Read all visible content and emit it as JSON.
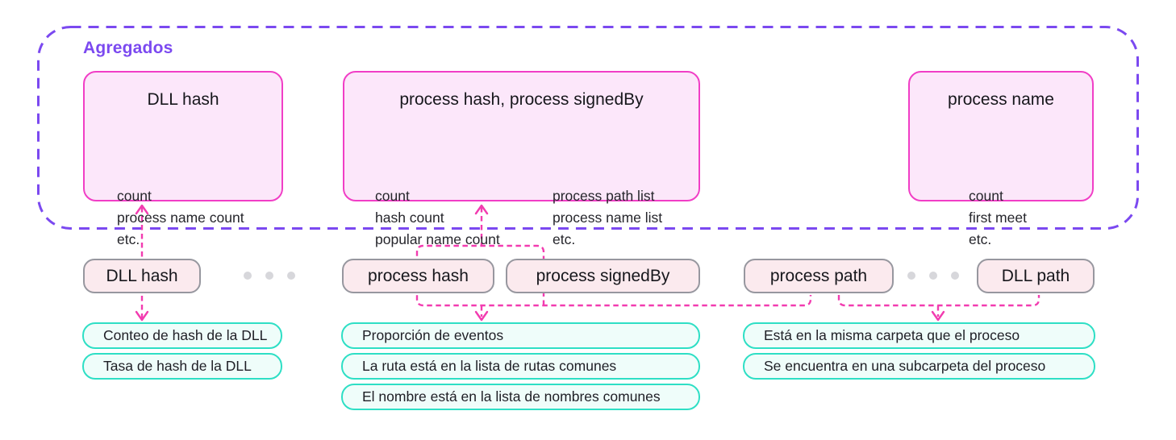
{
  "diagram": {
    "group_label": "Agregados",
    "aggregates": [
      {
        "title": "DLL hash",
        "items": [
          "count",
          "process name count",
          "etc."
        ]
      },
      {
        "title": "process hash, process signedBy",
        "columns": [
          [
            "count",
            "hash count",
            "popular name count"
          ],
          [
            "process path list",
            "process name list",
            "etc."
          ]
        ]
      },
      {
        "title": "process name",
        "items": [
          "count",
          "first meet",
          "etc."
        ]
      }
    ],
    "fields": [
      "DLL hash",
      "process hash",
      "process signedBy",
      "process path",
      "DLL path"
    ],
    "heuristics": {
      "left": [
        "Conteo de hash de la DLL",
        "Tasa de hash de la DLL"
      ],
      "middle": [
        "Proporción de eventos",
        "La ruta está en la lista de rutas comunes",
        "El nombre está en la lista de nombres comunes"
      ],
      "right": [
        "Está en la misma carpeta que el proceso",
        "Se encuentra en una subcarpeta del proceso"
      ]
    },
    "colors": {
      "group_border": "#7B49F0",
      "connector": "#F23CB0",
      "aggregate_border": "#F13EC6",
      "aggregate_fill": "#FCE7FA",
      "field_border": "#97979F",
      "field_fill": "#FBEAEE",
      "heuristic_border": "#2EDFC5",
      "heuristic_fill": "#EFFDFA",
      "text": "#1D1D23"
    }
  }
}
